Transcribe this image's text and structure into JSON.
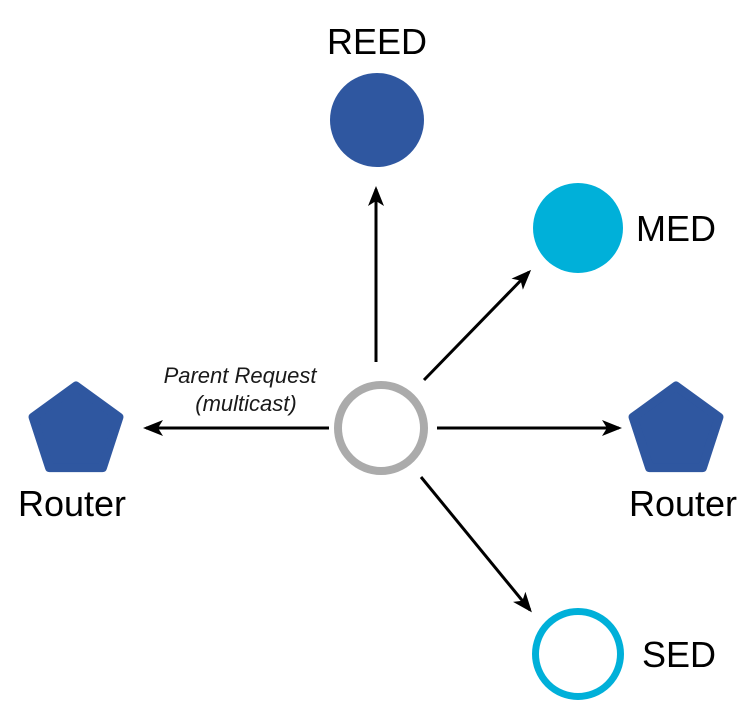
{
  "diagram": {
    "type": "network-topology",
    "description_visible": false
  },
  "colors": {
    "node_blue": "#2f57a0",
    "node_cyan": "#00b0d9",
    "center_ring_gray": "#ababab",
    "node_fill_white": "#ffffff",
    "arrow_black": "#000000"
  },
  "nodes": {
    "reed": {
      "label": "REED",
      "shape": "filled-circle",
      "color": "#2f57a0"
    },
    "med": {
      "label": "MED",
      "shape": "filled-circle",
      "color": "#00b0d9"
    },
    "router_right": {
      "label": "Router",
      "shape": "pentagon",
      "color": "#2f57a0"
    },
    "sed": {
      "label": "SED",
      "shape": "outlined-circle",
      "color": "#00b0d9"
    },
    "router_left": {
      "label": "Router",
      "shape": "pentagon",
      "color": "#2f57a0"
    },
    "center": {
      "label": "",
      "shape": "outlined-circle",
      "color": "#ababab"
    }
  },
  "message": {
    "line1": "Parent Request",
    "line2": "(multicast)"
  }
}
